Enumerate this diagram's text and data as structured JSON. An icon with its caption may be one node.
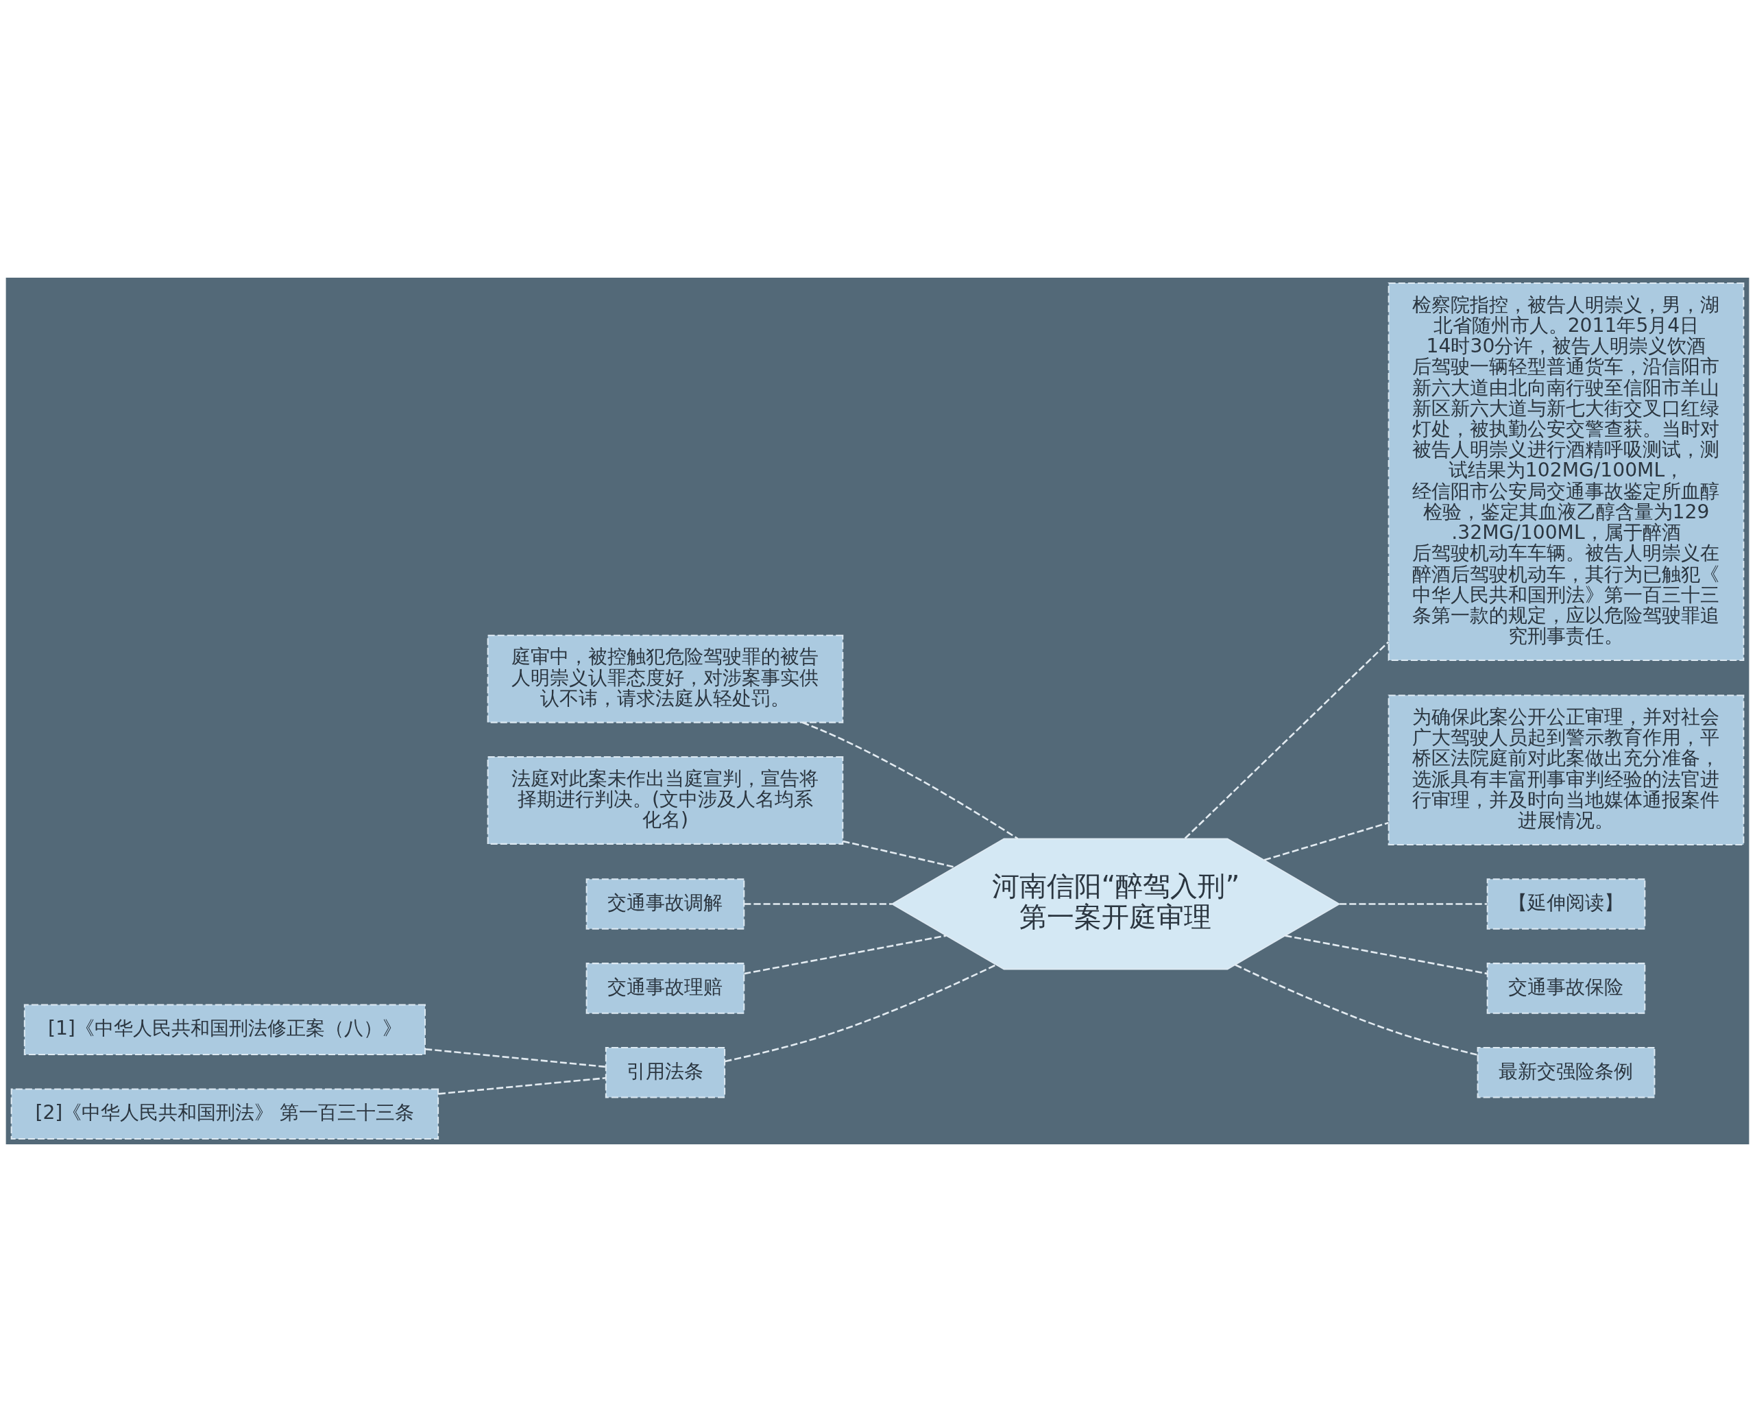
{
  "diagram": {
    "nodes": [
      {
        "text": [
          "河南信阳“醉驾入刑”第一案开庭审理"
        ]
      },
      {
        "text": [
          "庭审中，被控触犯危险驾驶罪的被告人明崇义认罪态度好，对涉案事实供认不讳，请求法庭从轻处罚。"
        ]
      },
      {
        "text": [
          "法庭对此案未作出当庭宣判，宣告将择期进行判决。(文中涉及人名均系化名)"
        ]
      },
      {
        "text": [
          "交通事故调解"
        ]
      },
      {
        "text": [
          "交通事故理赔"
        ]
      },
      {
        "text": [
          "引用法条"
        ]
      },
      {
        "text": [
          "[1]《中华人民共和国刑法修正案（八）》"
        ]
      },
      {
        "text": [
          "[2]《中华人民共和国刑法》 第一百三十三条"
        ]
      },
      {
        "text": [
          "检察院指控，被告人明崇义，男，湖北省随州市人。2011年5月4日14时30分许，被告人明崇义饮酒后驾驶一辆轻型普通货车，沿信阳市新六大道由北向南行驶至信阳市羊山新区新六大道与新七大街交叉口红绿灯处，被执勤公安交警查获。当时对被告人明崇义进行酒精呼吸测试，测试结果为102MG/100ML，经信阳市公安局交通事故鉴定所血醇检验，鉴定其血液乙醇含量为129.32MG/100ML，属于醉酒后驾驶机动车车辆。被告人明崇义在醉酒后驾驶机动车，其行为已触犯《中华人民共和国刑法》第一百三十三条第一款的规定，应以危险驾驶罪追究刑事责任。"
        ]
      },
      {
        "text": [
          "为确保此案公开公正审理，并对社会广大驾驶人员起到警示教育作用，平桥区法院庭前对此案做出充分准备，选派具有丰富刑事审判经验的法官进行审理，并及时向当地媒体通报案件进展情况。"
        ]
      },
      {
        "text": [
          "【延伸阅读】"
        ]
      },
      {
        "text": [
          "交通事故保险"
        ]
      },
      {
        "text": [
          "最新交强险条例"
        ]
      }
    ],
    "edges": [
      {
        "from": 0,
        "to": 1,
        "arrow": "none",
        "style": "dashed"
      },
      {
        "from": 0,
        "to": 2,
        "arrow": "none",
        "style": "dashed"
      },
      {
        "from": 0,
        "to": 3,
        "arrow": "none",
        "style": "dashed"
      },
      {
        "from": 0,
        "to": 4,
        "arrow": "none",
        "style": "dashed"
      },
      {
        "from": 0,
        "to": 5,
        "arrow": "none",
        "style": "dashed"
      },
      {
        "from": 5,
        "to": 6,
        "arrow": "none",
        "style": "dashed"
      },
      {
        "from": 5,
        "to": 7,
        "arrow": "none",
        "style": "dashed"
      },
      {
        "from": 0,
        "to": 8,
        "arrow": "none",
        "style": "dashed"
      },
      {
        "from": 0,
        "to": 9,
        "arrow": "none",
        "style": "dashed"
      },
      {
        "from": 0,
        "to": 10,
        "arrow": "none",
        "style": "dashed"
      },
      {
        "from": 0,
        "to": 11,
        "arrow": "none",
        "style": "dashed"
      },
      {
        "from": 0,
        "to": 12,
        "arrow": "none",
        "style": "dashed"
      }
    ]
  }
}
